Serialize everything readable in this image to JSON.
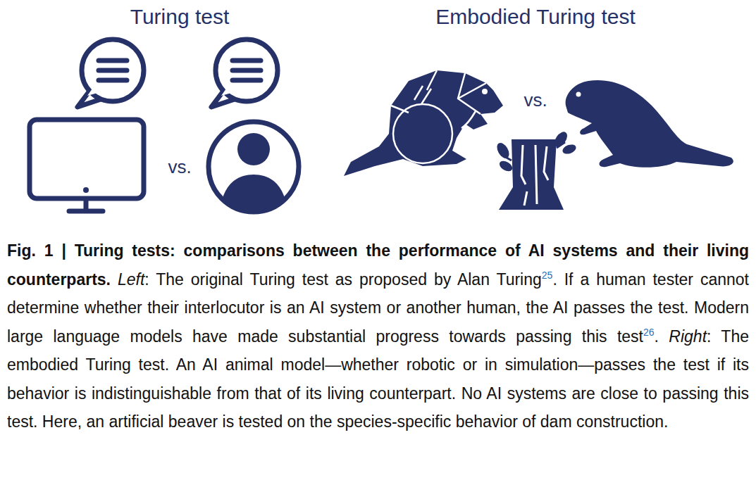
{
  "diagram": {
    "caption": "Fig. 1 | Turing tests: comparisons between the performance of AI systems and their living counterparts. Left: The original Turing test as proposed by Alan Turing25. If a human tester cannot determine whether their interlocutor is an AI system or another human, the AI passes the test. Modern large language models have made substantial progress towards passing this test26. Right: The embodied Turing test. An AI animal model—whether robotic or in simulation—passes the test if its behavior is indistinguishable from that of its living counterpart. No AI systems are close to passing this test. Here, an artificial beaver is tested on the species-specific behavior of dam construction.",
    "labels": [
      "Turing test",
      "Embodied Turing test",
      "vs.",
      "vs."
    ]
  }
}
